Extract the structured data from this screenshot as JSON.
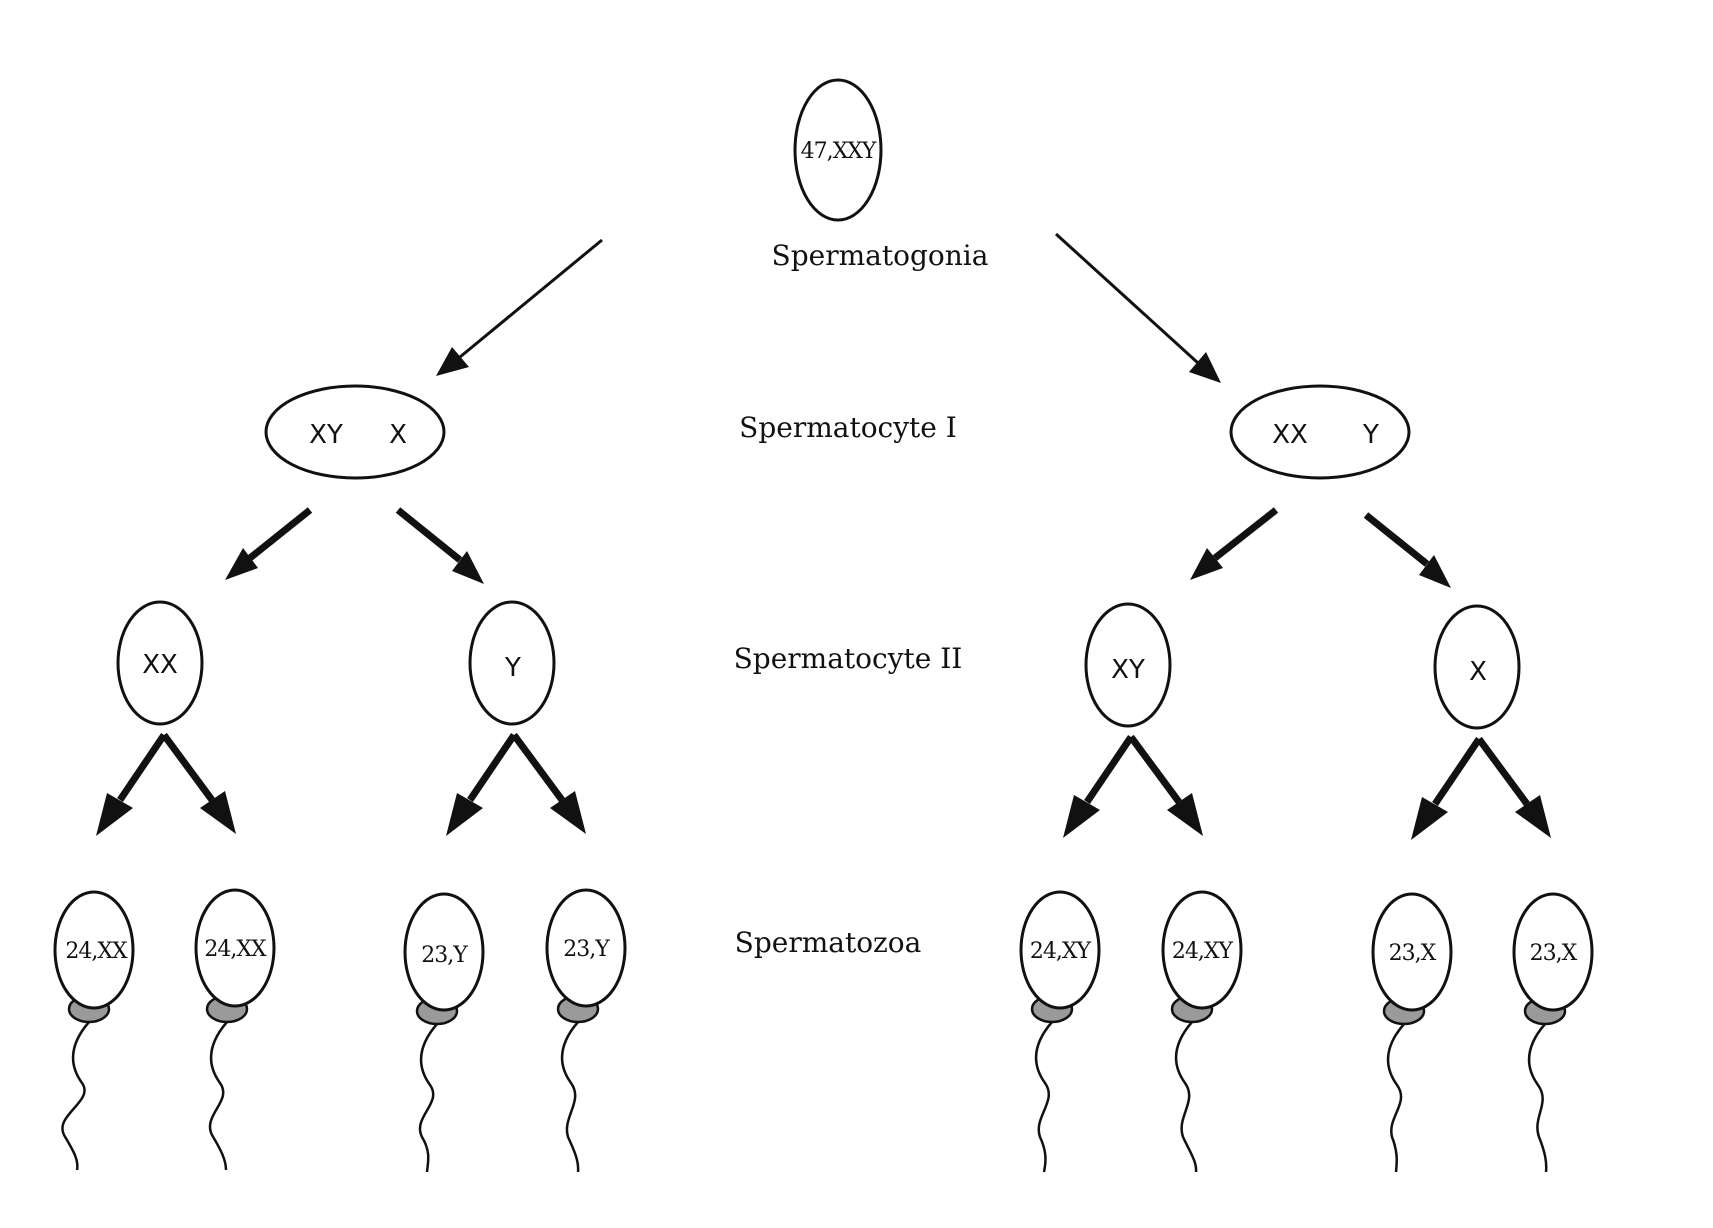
{
  "stages": {
    "spermatogonia": "Spermatogonia",
    "spermatocyte_1": "Spermatocyte I",
    "spermatocyte_2": "Spermatocyte II",
    "spermatozoa": "Spermatozoa"
  },
  "spermatogonium": {
    "karyotype": "47,XXY"
  },
  "spermatocyte_1": [
    {
      "left": "XY",
      "right": "X"
    },
    {
      "left": "XX",
      "right": "Y"
    }
  ],
  "spermatocyte_2": [
    {
      "chromosomes": "XX"
    },
    {
      "chromosomes": "Y"
    },
    {
      "chromosomes": "XY"
    },
    {
      "chromosomes": "X"
    }
  ],
  "spermatozoa": [
    {
      "karyotype": "24,XX"
    },
    {
      "karyotype": "24,XX"
    },
    {
      "karyotype": "23,Y"
    },
    {
      "karyotype": "23,Y"
    },
    {
      "karyotype": "24,XY"
    },
    {
      "karyotype": "24,XY"
    },
    {
      "karyotype": "23,X"
    },
    {
      "karyotype": "23,X"
    }
  ],
  "colors": {
    "ink": "#111111",
    "midpiece": "#9a9a9a",
    "background": "#ffffff"
  }
}
